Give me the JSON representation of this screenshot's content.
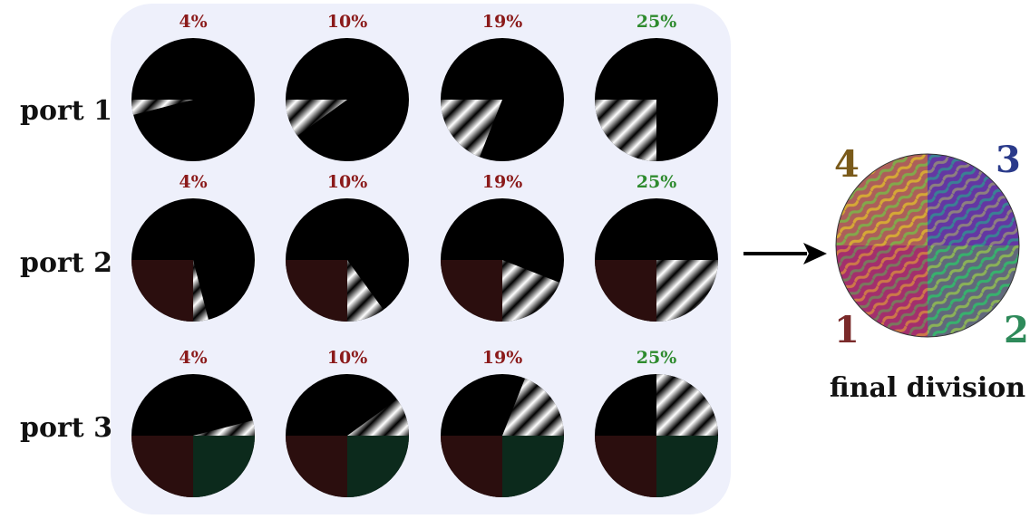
{
  "grid": {
    "rows": [
      {
        "label": "port 1",
        "cells": [
          {
            "percent": "4%",
            "fraction": 0.04,
            "percent_color": "#8b1a1a"
          },
          {
            "percent": "10%",
            "fraction": 0.1,
            "percent_color": "#8b1a1a"
          },
          {
            "percent": "19%",
            "fraction": 0.19,
            "percent_color": "#8b1a1a"
          },
          {
            "percent": "25%",
            "fraction": 0.25,
            "percent_color": "#2e8b2e"
          }
        ]
      },
      {
        "label": "port 2",
        "cells": [
          {
            "percent": "4%",
            "fraction": 0.04,
            "percent_color": "#8b1a1a"
          },
          {
            "percent": "10%",
            "fraction": 0.1,
            "percent_color": "#8b1a1a"
          },
          {
            "percent": "19%",
            "fraction": 0.19,
            "percent_color": "#8b1a1a"
          },
          {
            "percent": "25%",
            "fraction": 0.25,
            "percent_color": "#2e8b2e"
          }
        ]
      },
      {
        "label": "port 3",
        "cells": [
          {
            "percent": "4%",
            "fraction": 0.04,
            "percent_color": "#8b1a1a"
          },
          {
            "percent": "10%",
            "fraction": 0.1,
            "percent_color": "#8b1a1a"
          },
          {
            "percent": "19%",
            "fraction": 0.19,
            "percent_color": "#8b1a1a"
          },
          {
            "percent": "25%",
            "fraction": 0.25,
            "percent_color": "#2e8b2e"
          }
        ]
      }
    ],
    "colors": {
      "panel_background": "#eef0fb",
      "unassigned": "#000000",
      "port1_region": "#2b0e0e",
      "port2_region": "#0c2a1c"
    }
  },
  "arrow": "right-arrow",
  "final": {
    "caption": "final division",
    "quadrants": [
      {
        "number": "1",
        "color": "#7a2a2a",
        "fill": "#c2364a"
      },
      {
        "number": "2",
        "color": "#2e8a5a",
        "fill": "#2fb36a"
      },
      {
        "number": "3",
        "color": "#2a3a8a",
        "fill": "#3548c0"
      },
      {
        "number": "4",
        "color": "#7a5a1a",
        "fill": "#d4a020"
      }
    ]
  }
}
